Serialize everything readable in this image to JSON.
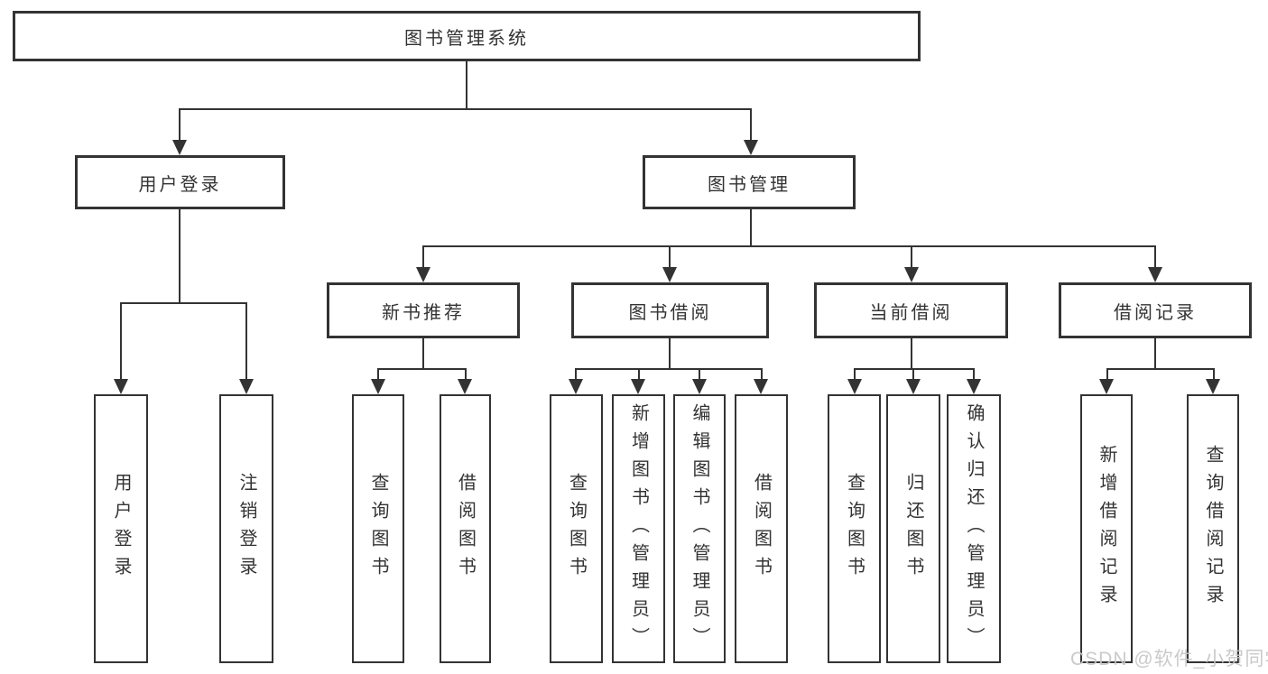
{
  "diagram": {
    "root": {
      "label": "图书管理系统"
    },
    "level2": [
      {
        "label": "用户登录"
      },
      {
        "label": "图书管理"
      }
    ],
    "level3": [
      {
        "label": "新书推荐"
      },
      {
        "label": "图书借阅"
      },
      {
        "label": "当前借阅"
      },
      {
        "label": "借阅记录"
      }
    ],
    "leaves": {
      "login": [
        {
          "label": "用户登录"
        },
        {
          "label": "注销登录"
        }
      ],
      "recommend": [
        {
          "label": "查询图书"
        },
        {
          "label": "借阅图书"
        }
      ],
      "borrow": [
        {
          "label": "查询图书"
        },
        {
          "label": "新增图书（管理员）"
        },
        {
          "label": "编辑图书（管理员）"
        },
        {
          "label": "借阅图书"
        }
      ],
      "current": [
        {
          "label": "查询图书"
        },
        {
          "label": "归还图书"
        },
        {
          "label": "确认归还（管理员）"
        }
      ],
      "records": [
        {
          "label": "新增借阅记录"
        },
        {
          "label": "查询借阅记录"
        }
      ]
    }
  },
  "watermark": {
    "text": "CSDN @软件_小贺同学"
  },
  "colors": {
    "line": "#333333",
    "text": "#333333",
    "background": "#ffffff",
    "watermark": "#c6c6c6"
  }
}
